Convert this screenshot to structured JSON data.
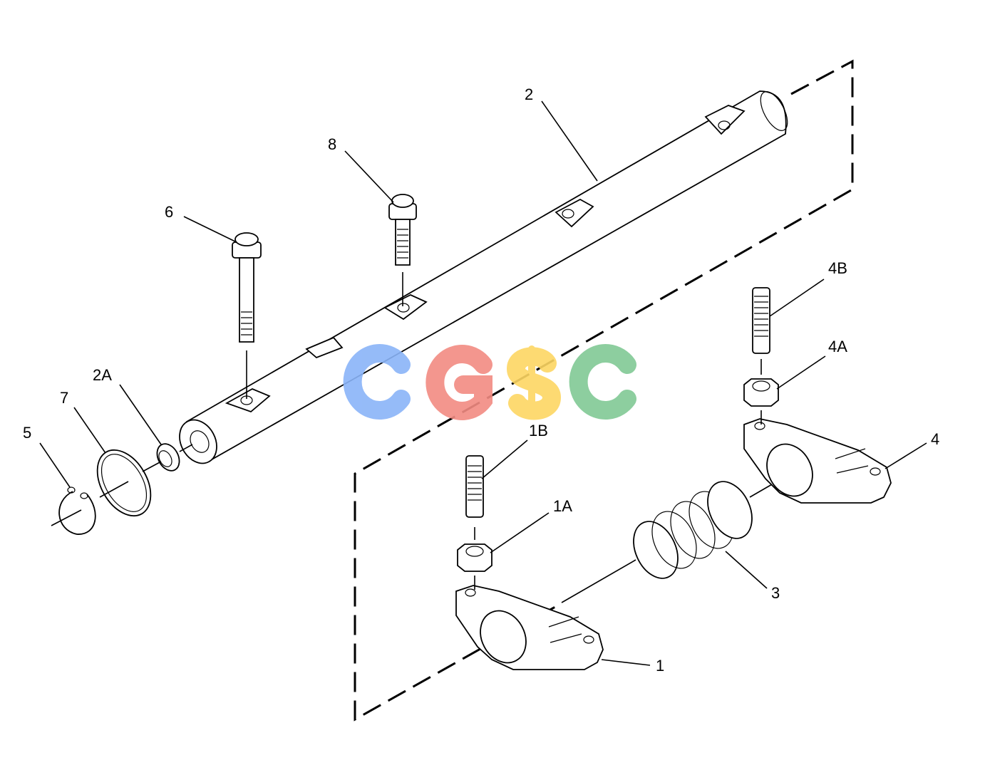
{
  "diagram": {
    "labels": {
      "l1": "1",
      "l1a": "1A",
      "l1b": "1B",
      "l2": "2",
      "l2a": "2A",
      "l3": "3",
      "l4": "4",
      "l4a": "4A",
      "l4b": "4B",
      "l5": "5",
      "l6": "6",
      "l7": "7",
      "l8": "8"
    },
    "watermark": "CGSC",
    "colors": {
      "c1": "#8ab4f8",
      "g": "#f28b82",
      "s": "#fdd663",
      "c2": "#81c995"
    }
  }
}
